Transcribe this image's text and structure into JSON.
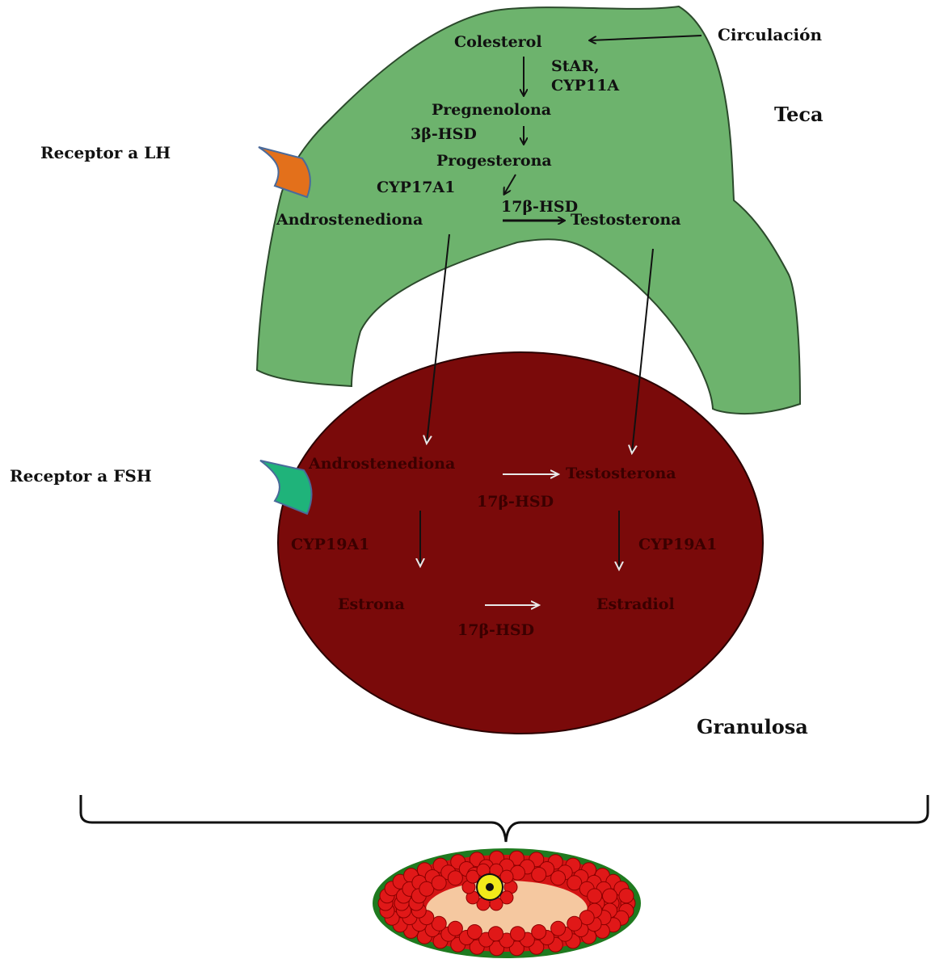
{
  "labels": {
    "circulacion": "Circulación",
    "teca": "Teca",
    "granulosa": "Granulosa",
    "receptor_lh": "Receptor a LH",
    "receptor_fsh": "Receptor a FSH"
  },
  "teca_pathway": {
    "colesterol": "Colesterol",
    "star": "StAR,",
    "cyp11a": "CYP11A",
    "pregnenolona": "Pregnenolona",
    "hsd3b": "3β-HSD",
    "progesterona": "Progesterona",
    "cyp17a1": "CYP17A1",
    "androstenediona": "Androstenediona",
    "hsd17b": "17β-HSD",
    "testosterona": "Testosterona"
  },
  "granulosa_pathway": {
    "androstenediona": "Androstenediona",
    "testosterona": "Testosterona",
    "hsd17b_top": "17β-HSD",
    "cyp19a1_left": "CYP19A1",
    "cyp19a1_right": "CYP19A1",
    "estrona": "Estrona",
    "estradiol": "Estradiol",
    "hsd17b_bottom": "17β-HSD"
  },
  "colors": {
    "teca_fill": "#6db36d",
    "teca_stroke": "#2c4a2c",
    "granulosa_fill": "#7a0a0a",
    "lh_receptor": "#e3701b",
    "fsh_receptor": "#1fb37a",
    "follicle_cells": "#d41414",
    "follicle_antrum": "#f5c8a0",
    "oocyte": "#f2ea1a"
  }
}
